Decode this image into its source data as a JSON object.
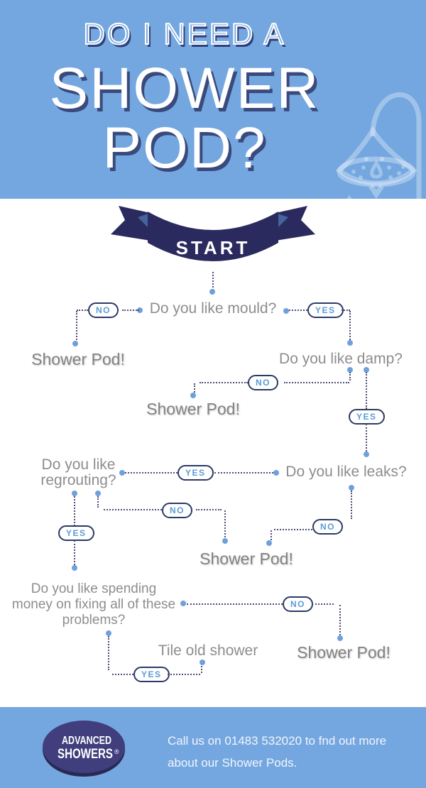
{
  "colors": {
    "header_bg": "#74A7E0",
    "footer_bg": "#74A7E0",
    "navy": "#2B2A5F",
    "ribbon_fold": "#45639C",
    "title_shadow": "#31407A",
    "pill_border": "#2B3A66",
    "pill_text": "#5B9BD5",
    "connector": "#4D4D78",
    "node_dot": "#6FA0DC",
    "question_text": "#8D8D8D",
    "outcome_text": "#828282"
  },
  "header": {
    "title_line1": "DO I NEED A",
    "title_line2": "SHOWER",
    "title_line3": "POD?",
    "icon": "shower-head-icon"
  },
  "ribbon": {
    "label": "START"
  },
  "flow": {
    "answers": {
      "yes": "YES",
      "no": "NO"
    },
    "questions": {
      "mould": "Do you like mould?",
      "damp": "Do you like damp?",
      "leaks": "Do you like leaks?",
      "regrouting_lines": [
        "Do you like",
        "regrouting?"
      ],
      "spending_lines": [
        "Do you like spending",
        "money on fixing all of these",
        "problems?"
      ]
    },
    "outcomes": {
      "shower_pod": "Shower Pod!",
      "tile": "Tile old shower"
    }
  },
  "footer": {
    "logo_line1": "ADVANCED",
    "logo_line2": "SHOWERS",
    "logo_reg": "®",
    "line1": "Call us on 01483 532020 to fnd out more",
    "line2": "about our Shower Pods."
  }
}
